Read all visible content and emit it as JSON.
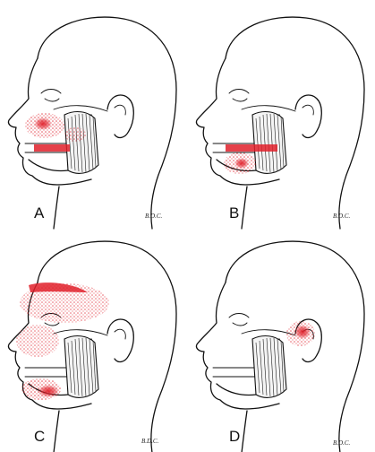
{
  "figure": {
    "panels": [
      {
        "letter": "A",
        "signature": "B.D.C."
      },
      {
        "letter": "B",
        "signature": "B.D.C."
      },
      {
        "letter": "C",
        "signature": "B.D.C."
      },
      {
        "letter": "D",
        "signature": "B.D.C."
      }
    ],
    "colors": {
      "referred_pain": "#e0202a",
      "outline": "#111111",
      "background": "#ffffff"
    }
  }
}
